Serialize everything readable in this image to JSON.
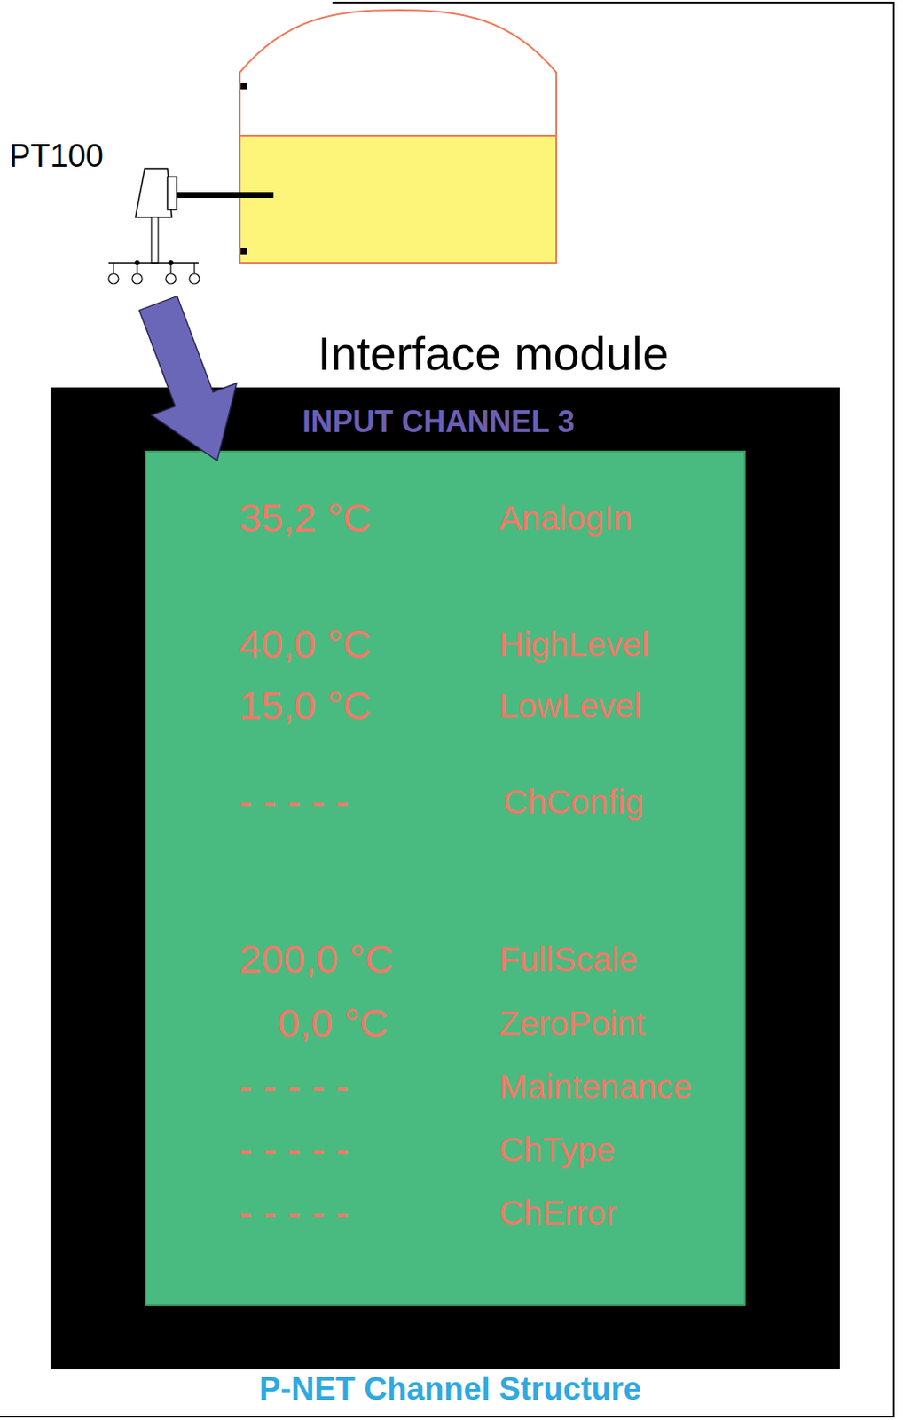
{
  "diagram": {
    "caption": "P-NET Channel Structure",
    "nodes": [
      {
        "text": [
          "PT100"
        ]
      },
      {
        "text": [
          "Interface module",
          "INPUT CHANNEL 3"
        ]
      },
      {
        "text": [
          "35,2 °C",
          "AnalogIn",
          "40,0 °C",
          "HighLevel",
          "15,0 °C",
          "LowLevel",
          "- - - - -",
          "ChConfig",
          "200,0 °C",
          "FullScale",
          "0,0 °C",
          "ZeroPoint",
          "- - - - -",
          "Maintenance",
          "- - - - -",
          "ChType",
          "- - - - -",
          "ChError"
        ],
        "in": 1
      }
    ],
    "edges": [
      {
        "from": 0,
        "to": 2,
        "arrow": "to"
      }
    ]
  }
}
